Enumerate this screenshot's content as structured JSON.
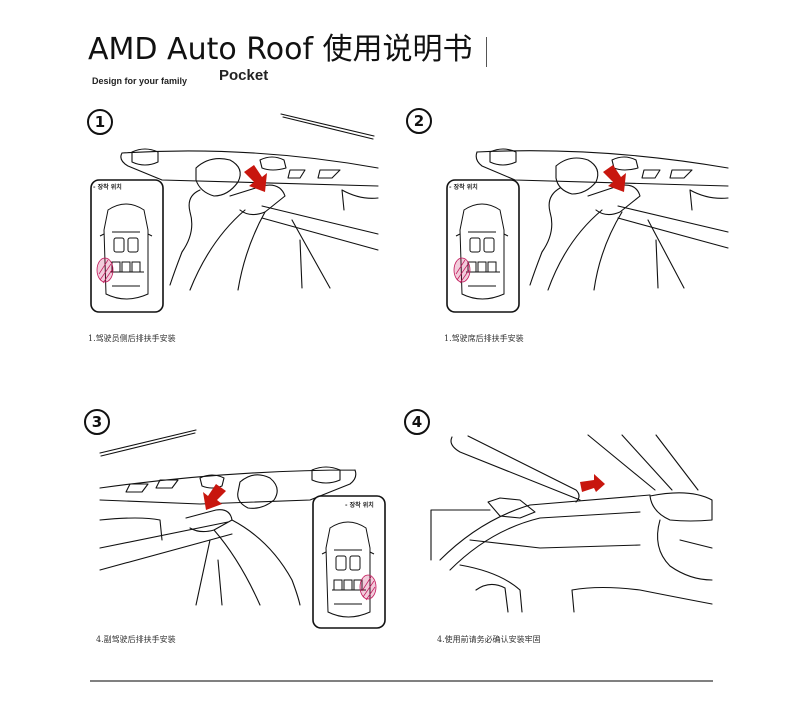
{
  "document": {
    "title": "AMD Auto Roof 使用说明书",
    "tagline": "Design for your family",
    "partial_word": "Pocket"
  },
  "steps": [
    {
      "number": "1",
      "caption": "1.驾驶员侧后排扶手安装",
      "inset_label": "- 장착 위치",
      "arrow": "down-right",
      "highlight_side": "left"
    },
    {
      "number": "2",
      "caption": "1.驾驶席后排扶手安装",
      "inset_label": "- 장착 위치",
      "arrow": "down-right",
      "highlight_side": "left"
    },
    {
      "number": "3",
      "caption": "4.副驾驶后排扶手安装",
      "inset_label": "- 장착 위치",
      "arrow": "down-left",
      "highlight_side": "right"
    },
    {
      "number": "4",
      "caption": "4.使用前请务必确认安装牢固",
      "arrow": "right"
    }
  ],
  "colors": {
    "arrow": "#c8160e",
    "highlight": "#c2185b",
    "line": "#111111",
    "rule": "#808080"
  }
}
